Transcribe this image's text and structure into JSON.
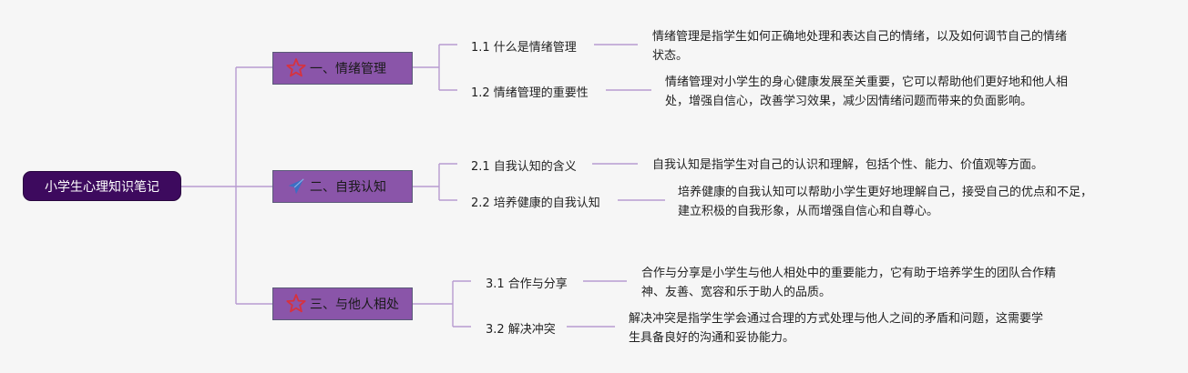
{
  "root": {
    "label": "小学生心理知识笔记"
  },
  "branches": [
    {
      "label": "一、情绪管理",
      "icon": "star-outline-icon",
      "topics": [
        {
          "label": "1.1 什么是情绪管理",
          "desc": [
            "情绪管理是指学生如何正确地处理和表达自己的情绪，以及如何调节自己的情绪",
            "状态。"
          ]
        },
        {
          "label": "1.2 情绪管理的重要性",
          "desc": [
            "情绪管理对小学生的身心健康发展至关重要，它可以帮助他们更好地和他人相",
            "处，增强自信心，改善学习效果，减少因情绪问题而带来的负面影响。"
          ]
        }
      ]
    },
    {
      "label": "二、自我认知",
      "icon": "paper-plane-icon",
      "topics": [
        {
          "label": "2.1 自我认知的含义",
          "desc": [
            "自我认知是指学生对自己的认识和理解，包括个性、能力、价值观等方面。"
          ]
        },
        {
          "label": "2.2 培养健康的自我认知",
          "desc": [
            "培养健康的自我认知可以帮助小学生更好地理解自己，接受自己的优点和不足，",
            "建立积极的自我形象，从而增强自信心和自尊心。"
          ]
        }
      ]
    },
    {
      "label": "三、与他人相处",
      "icon": "star-outline-icon",
      "topics": [
        {
          "label": "3.1 合作与分享",
          "desc": [
            "合作与分享是小学生与他人相处中的重要能力，它有助于培养学生的团队合作精",
            "神、友善、宽容和乐于助人的品质。"
          ]
        },
        {
          "label": "3.2 解决冲突",
          "desc": [
            "解决冲突是指学生学会通过合理的方式处理与他人之间的矛盾和问题，这需要学",
            "生具备良好的沟通和妥协能力。"
          ]
        }
      ]
    }
  ],
  "colors": {
    "connector": "#b79bd0",
    "root_fill": "#3d0a5e",
    "branch_fill": "#8a55a9",
    "star": "#d7323e",
    "plane": "#3b6fc4"
  }
}
